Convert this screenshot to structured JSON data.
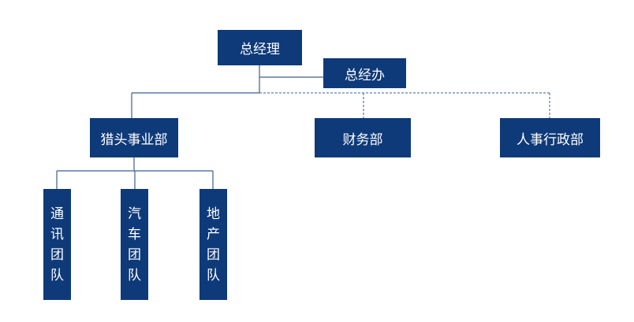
{
  "chart": {
    "ceo": "总经理",
    "office": "总经办",
    "departments": {
      "headhunting": "猎头事业部",
      "finance": "财务部",
      "hr_admin": "人事行政部"
    },
    "teams": [
      {
        "chars": [
          "通",
          "讯",
          "团",
          "队"
        ]
      },
      {
        "chars": [
          "汽",
          "车",
          "团",
          "队"
        ]
      },
      {
        "chars": [
          "地",
          "产",
          "团",
          "队"
        ]
      }
    ]
  },
  "colors": {
    "box_fill": "#0e3a7a",
    "box_text": "#ffffff",
    "line": "#3b5f8f"
  }
}
